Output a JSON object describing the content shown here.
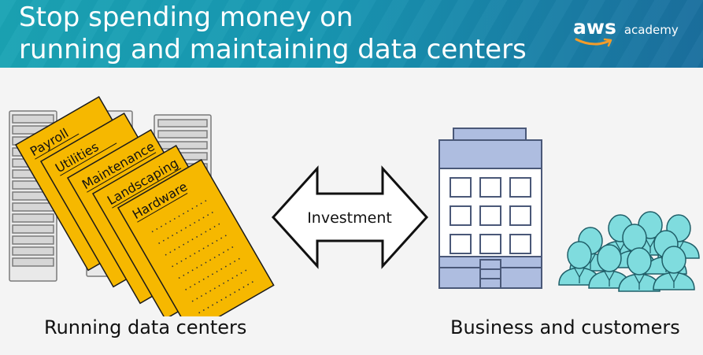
{
  "header": {
    "title_lines": [
      "Stop spending money on",
      "running and maintaining data centers"
    ],
    "brand": {
      "aws": "aws",
      "academy": "academy"
    }
  },
  "diagram": {
    "documents": [
      "Payroll",
      "Utilities",
      "Maintenance",
      "Landscaping",
      "Hardware"
    ],
    "arrow_label": "Investment",
    "captions": {
      "left": "Running data centers",
      "right": "Business and customers"
    }
  },
  "colors": {
    "header_teal": "#1aa3b4",
    "header_blue": "#1a6f9e",
    "document_fill": "#f6b800",
    "building_fill": "#aebde0",
    "people_fill": "#7fdcde"
  },
  "icons": [
    "server-rack-icon",
    "document-icon",
    "double-arrow-icon",
    "office-building-icon",
    "people-group-icon",
    "aws-smile-icon"
  ]
}
